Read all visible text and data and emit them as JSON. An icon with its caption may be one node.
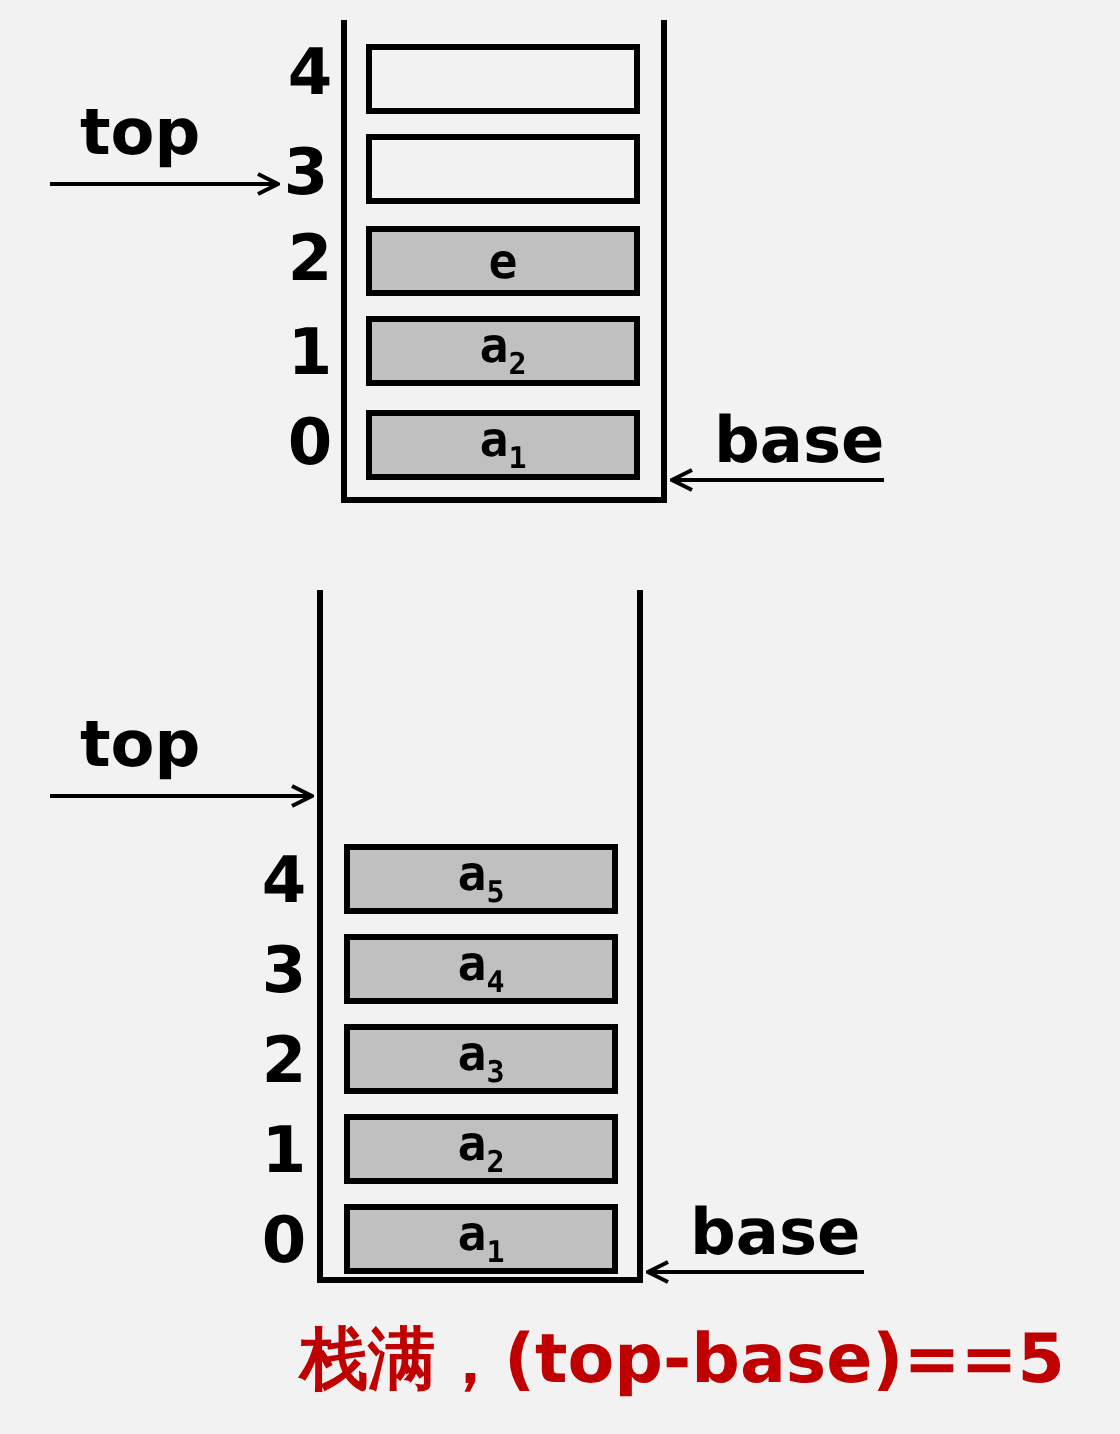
{
  "diagram": {
    "caption": "栈满，(top-base)==5",
    "nodes": [
      {
        "text": [],
        "shape": "box"
      },
      {
        "text": [],
        "shape": "box",
        "in": 0
      },
      {
        "text": [],
        "shape": "box",
        "in": 0
      },
      {
        "text": [
          "e"
        ],
        "in": 0
      },
      {
        "text": [
          "a$_{2}$"
        ],
        "in": 0
      },
      {
        "text": [
          "a$_{1}$"
        ],
        "in": 0
      },
      {
        "text": [
          "top"
        ]
      },
      {
        "text": [
          "3"
        ]
      },
      {
        "text": [
          "base"
        ]
      },
      {
        "text": [],
        "shape": "box"
      },
      {
        "text": [
          "a$_{5}$"
        ],
        "in": 9
      },
      {
        "text": [
          "a$_{4}$"
        ],
        "in": 9
      },
      {
        "text": [
          "a$_{3}$"
        ],
        "in": 9
      },
      {
        "text": [
          "a$_{2}$"
        ],
        "in": 9
      },
      {
        "text": [
          "a$_{1}$"
        ],
        "in": 9
      },
      {
        "text": [
          "top"
        ]
      },
      {
        "text": [
          "base"
        ]
      }
    ],
    "edges": [
      {
        "from": 6,
        "to": 7,
        "arrow": "to"
      },
      {
        "from": 8,
        "to": 0,
        "arrow": "to"
      },
      {
        "from": 15,
        "to": 9,
        "arrow": "to"
      },
      {
        "from": 16,
        "to": 9,
        "arrow": "to"
      }
    ],
    "labels": [
      "4",
      "2",
      "1",
      "0",
      "4",
      "3",
      "2",
      "1",
      "0"
    ]
  }
}
